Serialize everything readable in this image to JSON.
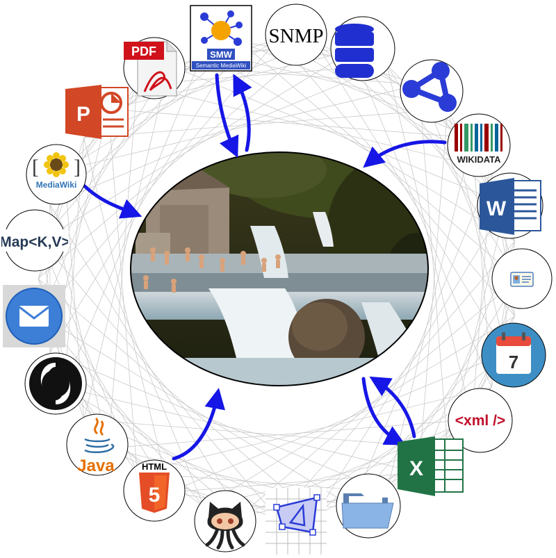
{
  "labels": {
    "pdf": "PDF",
    "smw_short": "SMW",
    "smw_full": "Semantic MediaWiki",
    "snmp": "SNMP",
    "wikidata": "WIKIDATA",
    "mediawiki": "MediaWiki",
    "map": "Map<K,V>",
    "word": "W",
    "calendar_day": "7",
    "xml": "<xml />",
    "excel": "X",
    "java": "Java",
    "html": "HTML",
    "html_digit": "5",
    "powerpoint": "P"
  },
  "colors": {
    "arrow": "#1616e6",
    "mesh": "#c8c8c8",
    "word": "#2b579a",
    "excel": "#217346",
    "powerpoint": "#d24726",
    "pdf": "#d0121b",
    "html5": "#e44d26",
    "java": "#e76f00",
    "calendar_top": "#e74c3c",
    "calendar_circle": "#3d8ec4",
    "triple_blue": "#2a3bd6",
    "database": "#1f2fd0"
  },
  "icons": [
    "pdf-icon",
    "semantic-mediawiki-icon",
    "snmp-icon",
    "database-icon",
    "rdf-graph-icon",
    "wikidata-icon",
    "word-icon",
    "vcard-icon",
    "calendar-icon",
    "xml-icon",
    "excel-icon",
    "folder-icon",
    "diagram-editor-icon",
    "github-octocat-icon",
    "html5-icon",
    "java-icon",
    "json-icon",
    "email-icon",
    "map-kv-icon",
    "mediawiki-icon",
    "powerpoint-icon",
    "waterfall-photo"
  ]
}
